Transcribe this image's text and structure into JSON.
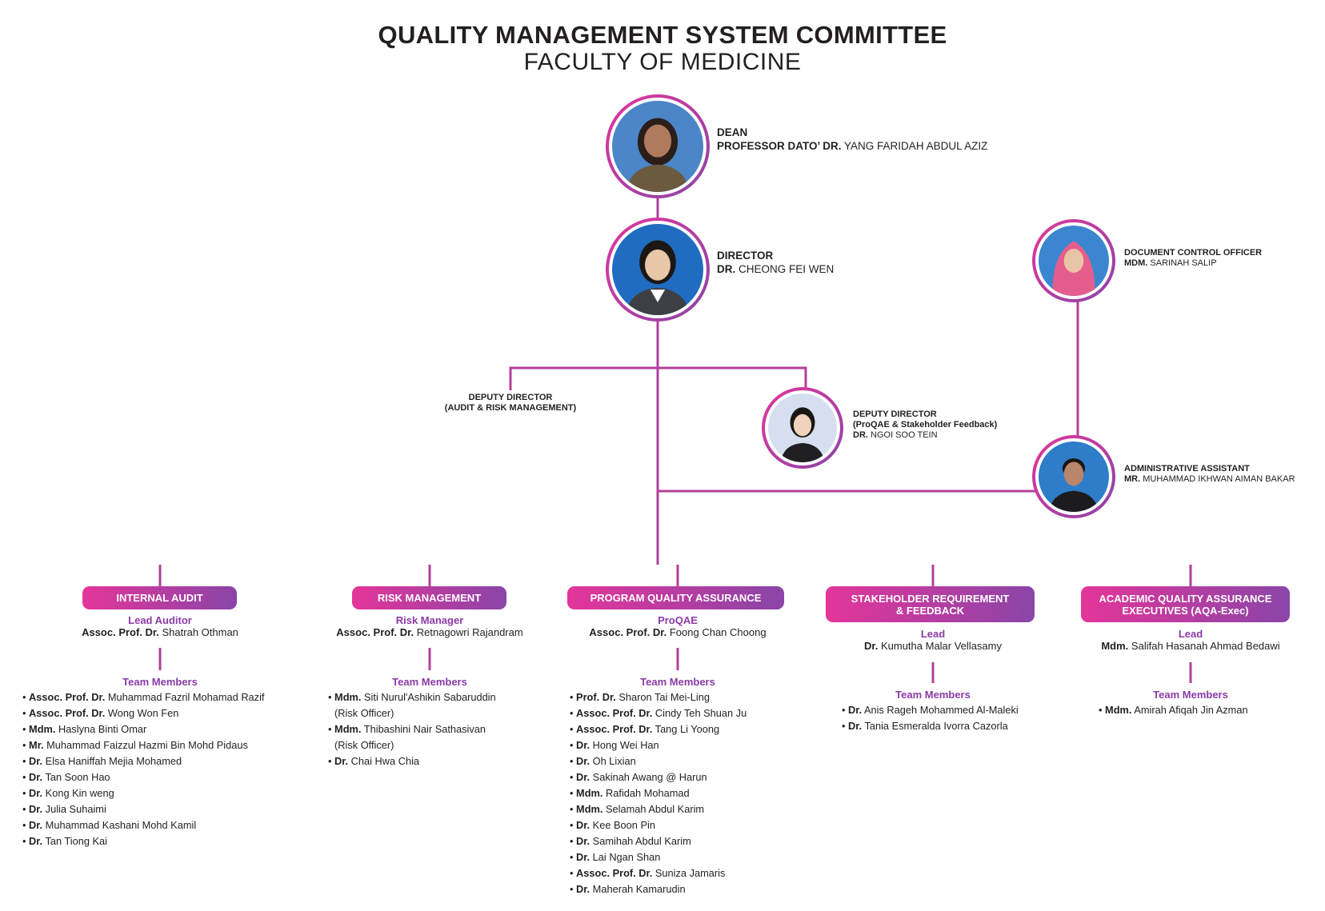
{
  "title": "QUALITY MANAGEMENT SYSTEM COMMITTEE",
  "subtitle": "FACULTY OF MEDICINE",
  "dean": {
    "role": "DEAN",
    "title_prefix": "PROFESSOR DATO’ DR.",
    "name": "YANG FARIDAH ABDUL AZIZ"
  },
  "director": {
    "role": "DIRECTOR",
    "title_prefix": "DR.",
    "name": "CHEONG FEI WEN"
  },
  "doc_control": {
    "role": "DOCUMENT CONTROL OFFICER",
    "title_prefix": "MDM.",
    "name": "SARINAH SALIP"
  },
  "deputy_audit": {
    "role_line1": "DEPUTY DIRECTOR",
    "role_line2": "(AUDIT & RISK MANAGEMENT)"
  },
  "deputy_proqae": {
    "role_line1": "DEPUTY DIRECTOR",
    "role_line2": "(ProQAE & Stakeholder Feedback)",
    "title_prefix": "DR.",
    "name": "NGOI SOO TEIN"
  },
  "admin_assistant": {
    "role": "ADMINISTRATIVE ASSISTANT",
    "title_prefix": "MR.",
    "name": "MUHAMMAD IKHWAN AIMAN BAKAR"
  },
  "units": {
    "internal_audit": {
      "label": "INTERNAL AUDIT",
      "lead_role": "Lead Auditor",
      "lead_prefix": "Assoc. Prof. Dr.",
      "lead_name": "Shatrah Othman",
      "team_label": "Team Members",
      "members": [
        {
          "p": "Assoc. Prof. Dr.",
          "n": "Muhammad Fazril  Mohamad Razif"
        },
        {
          "p": "Assoc. Prof. Dr.",
          "n": "Wong Won Fen"
        },
        {
          "p": "Mdm.",
          "n": "Haslyna Binti Omar"
        },
        {
          "p": "Mr.",
          "n": "Muhammad Faizzul Hazmi Bin Mohd Pidaus"
        },
        {
          "p": "Dr.",
          "n": "Elsa Haniffah Mejia Mohamed"
        },
        {
          "p": "Dr.",
          "n": "Tan Soon Hao"
        },
        {
          "p": "Dr.",
          "n": "Kong Kin weng"
        },
        {
          "p": "Dr.",
          "n": "Julia Suhaimi"
        },
        {
          "p": "Dr.",
          "n": "Muhammad Kashani Mohd Kamil"
        },
        {
          "p": "Dr.",
          "n": "Tan Tiong Kai"
        }
      ]
    },
    "risk_management": {
      "label": "RISK MANAGEMENT",
      "lead_role": "Risk Manager",
      "lead_prefix": "Assoc. Prof. Dr.",
      "lead_name": "Retnagowri Rajandram",
      "team_label": "Team Members",
      "members": [
        {
          "p": "Mdm.",
          "n": "Siti Nurul'Ashikin Sabaruddin",
          "extra": "(Risk Officer)"
        },
        {
          "p": "Mdm.",
          "n": "Thibashini Nair Sathasivan",
          "extra": "(Risk Officer)"
        },
        {
          "p": "Dr.",
          "n": "Chai Hwa Chia"
        }
      ]
    },
    "pqa": {
      "label": "PROGRAM QUALITY ASSURANCE",
      "lead_role": "ProQAE",
      "lead_prefix": "Assoc. Prof. Dr.",
      "lead_name": "Foong Chan Choong",
      "team_label": "Team Members",
      "members": [
        {
          "p": "Prof. Dr.",
          "n": "Sharon Tai Mei-Ling"
        },
        {
          "p": "Assoc. Prof. Dr.",
          "n": "Cindy Teh Shuan Ju"
        },
        {
          "p": "Assoc. Prof. Dr.",
          "n": "Tang Li Yoong"
        },
        {
          "p": "Dr.",
          "n": "Hong Wei Han"
        },
        {
          "p": "Dr.",
          "n": "Oh Lixian"
        },
        {
          "p": "Dr.",
          "n": "Sakinah Awang @ Harun"
        },
        {
          "p": "Mdm.",
          "n": "Rafidah Mohamad"
        },
        {
          "p": "Mdm.",
          "n": "Selamah Abdul Karim"
        },
        {
          "p": "Dr.",
          "n": "Kee Boon Pin"
        },
        {
          "p": "Dr.",
          "n": "Samihah Abdul Karim"
        },
        {
          "p": "Dr.",
          "n": "Lai Ngan Shan"
        },
        {
          "p": "Assoc. Prof. Dr.",
          "n": "Suniza Jamaris"
        },
        {
          "p": "Dr.",
          "n": "Maherah Kamarudin"
        }
      ]
    },
    "stakeholder": {
      "label_line1": "STAKEHOLDER REQUIREMENT",
      "label_line2": "& FEEDBACK",
      "lead_role": "Lead",
      "lead_prefix": "Dr.",
      "lead_name": "Kumutha Malar Vellasamy",
      "team_label": "Team Members",
      "members": [
        {
          "p": "Dr.",
          "n": "Anis Rageh Mohammed Al-Maleki"
        },
        {
          "p": "Dr.",
          "n": "Tania Esmeralda Ivorra Cazorla"
        }
      ]
    },
    "aqa": {
      "label_line1": "ACADEMIC QUALITY ASSURANCE",
      "label_line2": "EXECUTIVES (AQA-Exec)",
      "lead_role": "Lead",
      "lead_prefix": "Mdm.",
      "lead_name": "Salifah Hasanah Ahmad Bedawi",
      "team_label": "Team Members",
      "members": [
        {
          "p": "Mdm.",
          "n": "Amirah Afiqah Jin Azman"
        }
      ]
    }
  },
  "colors": {
    "line": "#b2409a",
    "pill_start": "#e4359a",
    "pill_end": "#8a45a8",
    "accent_text": "#8b3aa7"
  }
}
